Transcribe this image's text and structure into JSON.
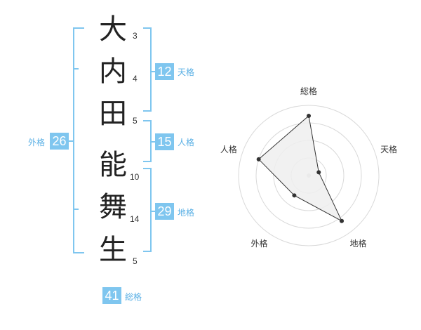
{
  "name": {
    "characters": [
      {
        "char": "大",
        "strokes": "3"
      },
      {
        "char": "内",
        "strokes": "4"
      },
      {
        "char": "田",
        "strokes": "5"
      },
      {
        "char": "能",
        "strokes": "10"
      },
      {
        "char": "舞",
        "strokes": "14"
      },
      {
        "char": "生",
        "strokes": "5"
      }
    ]
  },
  "fortune": {
    "tenkaku": {
      "label": "天格",
      "value": "12"
    },
    "jinkaku": {
      "label": "人格",
      "value": "15"
    },
    "chikaku": {
      "label": "地格",
      "value": "29"
    },
    "gaikaku": {
      "label": "外格",
      "value": "26"
    },
    "soukaku": {
      "label": "総格",
      "value": "41"
    }
  },
  "colors": {
    "badge": "#7fc6ef",
    "label": "#5ab0e5",
    "bracket": "#7fc6ef",
    "radar_fill": "#eeeeee",
    "radar_ring": "#d9d9d9"
  },
  "chart_data": {
    "type": "radar",
    "axes": [
      "総格",
      "天格",
      "地格",
      "外格",
      "人格"
    ],
    "values": [
      0.85,
      0.15,
      0.8,
      0.35,
      0.75
    ],
    "range": [
      0,
      1
    ],
    "rings": 4
  }
}
